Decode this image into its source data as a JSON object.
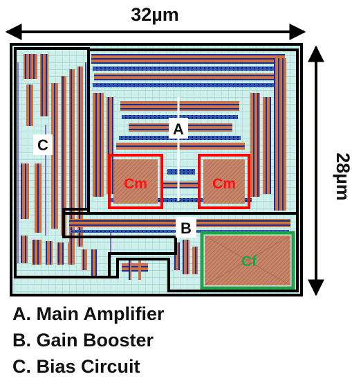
{
  "dimensions": {
    "width_label": "32µm",
    "height_label": "28µm"
  },
  "blocks": {
    "a_label": "A",
    "b_label": "B",
    "c_label": "C",
    "cm_left_label": "Cm",
    "cm_right_label": "Cm",
    "cf_label": "Cf"
  },
  "legend": {
    "a_text": "A. Main Amplifier",
    "b_text": "B. Gain Booster",
    "c_text": "C. Bias Circuit"
  },
  "colors": {
    "outline": "#000000",
    "cm_highlight": "#ff0000",
    "cf_highlight": "#22a04a",
    "metal_orange": "#c8734a",
    "metal_blue": "#2d3fa8",
    "substrate": "#c9ece8",
    "label_box": "#ffffff"
  }
}
